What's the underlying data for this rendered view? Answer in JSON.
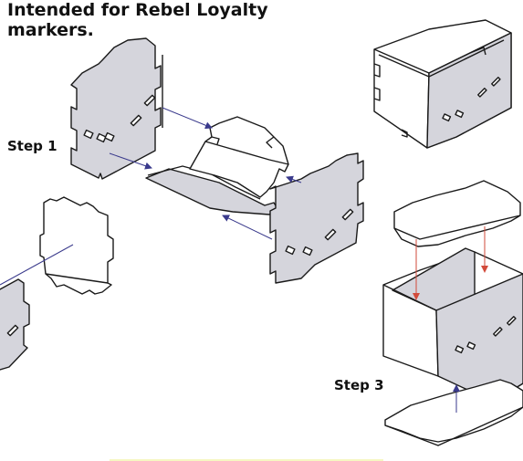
{
  "caption": "Intended for Rebel Loyalty markers.",
  "steps": {
    "step1": "Step 1",
    "step3": "Step 3"
  },
  "colors": {
    "panel_fill": "#d5d5dc",
    "outline": "#1a1a1a",
    "arrow_blue": "#3a3a8c",
    "arrow_red": "#d24a3a",
    "highlight": "#f6f7c2"
  }
}
